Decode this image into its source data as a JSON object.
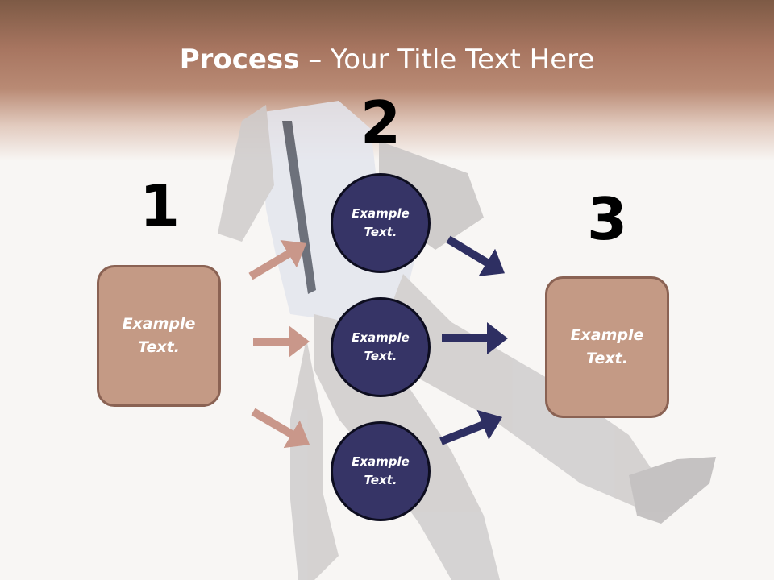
{
  "slide": {
    "title_bold": "Process",
    "title_rest": " – Your Title Text Here"
  },
  "steps": [
    {
      "number": "1"
    },
    {
      "number": "2"
    },
    {
      "number": "3"
    }
  ],
  "left_box": {
    "label": "Example Text."
  },
  "right_box": {
    "label": "Example Text."
  },
  "circles": [
    {
      "label": "Example Text."
    },
    {
      "label": "Example Text."
    },
    {
      "label": "Example Text."
    }
  ],
  "colors": {
    "header": "#a77560",
    "box_fill": "#c49a85",
    "box_border": "#8a6253",
    "circle_fill": "#363466",
    "arrow_left": "#c9978a",
    "arrow_right": "#2e2f62"
  }
}
